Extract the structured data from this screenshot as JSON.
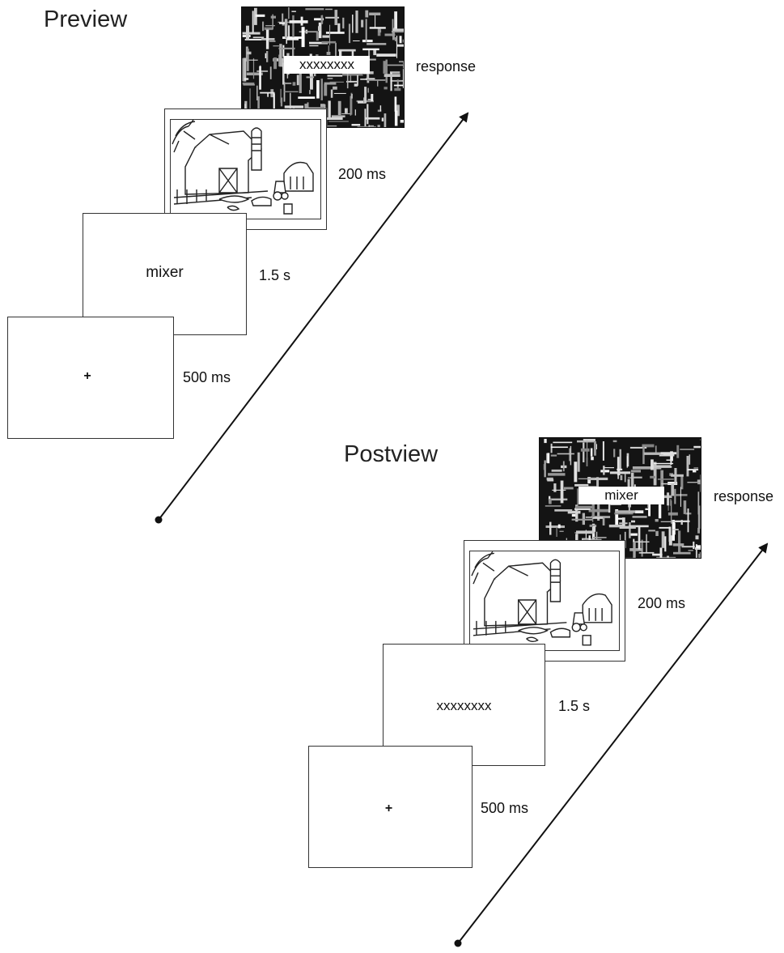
{
  "panels": [
    {
      "title": "Preview",
      "fixation_symbol": "+",
      "cue_word": "mixer",
      "mask_word": "xxxxxxxx",
      "durations": {
        "fixation": "500 ms",
        "cue": "1.5 s",
        "scene": "200 ms"
      },
      "response_label": "response"
    },
    {
      "title": "Postview",
      "fixation_symbol": "+",
      "cue_word": "xxxxxxxx",
      "mask_word": "mixer",
      "durations": {
        "fixation": "500 ms",
        "cue": "1.5 s",
        "scene": "200 ms"
      },
      "response_label": "response"
    }
  ],
  "colors": {
    "ink": "#111111",
    "mask_bg": "#141414",
    "frame_border": "#333333"
  }
}
